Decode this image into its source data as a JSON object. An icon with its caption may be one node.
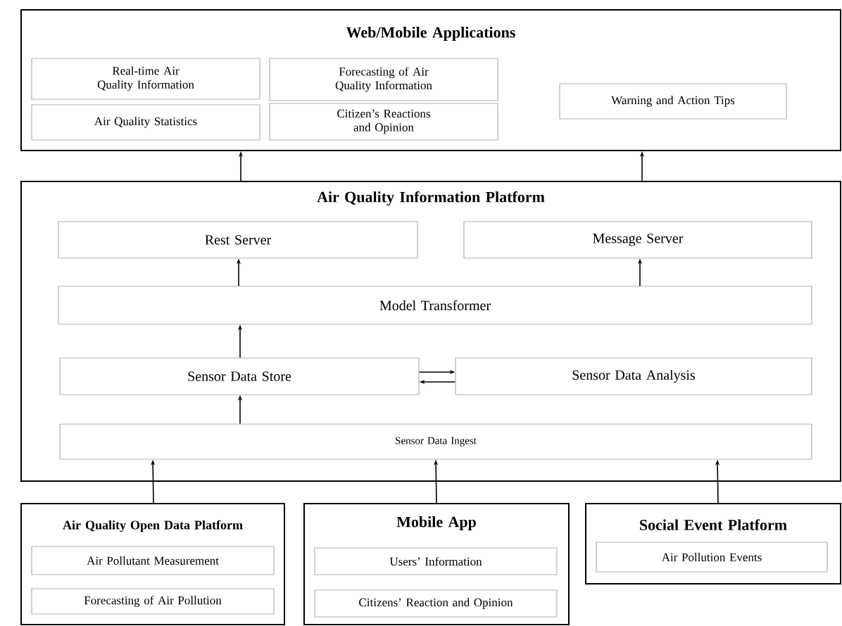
{
  "diagram": {
    "nodes": [
      {
        "text": [
          "Web/Mobile Applications"
        ]
      },
      {
        "text": [
          "Real-time Air Quality Information"
        ],
        "in": 0
      },
      {
        "text": [
          "Forecasting of Air Quality Information"
        ],
        "in": 0
      },
      {
        "text": [
          "Air Quality Statistics"
        ],
        "in": 0
      },
      {
        "text": [
          "Citizen’s Reactions and Opinion"
        ],
        "in": 0
      },
      {
        "text": [
          "Warning and Action Tips"
        ],
        "in": 0
      },
      {
        "text": [
          "Air Quality Information Platform"
        ]
      },
      {
        "text": [
          "Rest Server"
        ],
        "in": 6
      },
      {
        "text": [
          "Message Server"
        ],
        "in": 6
      },
      {
        "text": [
          "Model Transformer"
        ],
        "in": 6
      },
      {
        "text": [
          "Sensor Data Store"
        ],
        "in": 6
      },
      {
        "text": [
          "Sensor Data Analysis"
        ],
        "in": 6
      },
      {
        "text": [
          "Sensor Data Ingest"
        ],
        "in": 6
      },
      {
        "text": [
          "Air Quality Open Data Platform"
        ]
      },
      {
        "text": [
          "Air Pollutant Measurement"
        ],
        "in": 13
      },
      {
        "text": [
          "Forecasting of Air Pollution"
        ],
        "in": 13
      },
      {
        "text": [
          "Mobile App"
        ]
      },
      {
        "text": [
          "Users’ Information"
        ],
        "in": 16
      },
      {
        "text": [
          "Citizens’ Reaction and Opinion"
        ],
        "in": 16
      },
      {
        "text": [
          "Social Event Platform"
        ]
      },
      {
        "text": [
          "Air Pollution Events"
        ],
        "in": 19
      }
    ],
    "edges": [
      {
        "from": 6,
        "to": 0,
        "arrow": "to"
      },
      {
        "from": 6,
        "to": 0,
        "arrow": "to"
      },
      {
        "from": 9,
        "to": 7,
        "arrow": "to"
      },
      {
        "from": 9,
        "to": 8,
        "arrow": "to"
      },
      {
        "from": 10,
        "to": 9,
        "arrow": "to"
      },
      {
        "from": 10,
        "to": 11,
        "arrow": "to"
      },
      {
        "from": 11,
        "to": 10,
        "arrow": "to"
      },
      {
        "from": 12,
        "to": 10,
        "arrow": "to"
      },
      {
        "from": 13,
        "to": 12,
        "arrow": "to"
      },
      {
        "from": 16,
        "to": 12,
        "arrow": "to"
      },
      {
        "from": 19,
        "to": 12,
        "arrow": "to"
      }
    ]
  }
}
